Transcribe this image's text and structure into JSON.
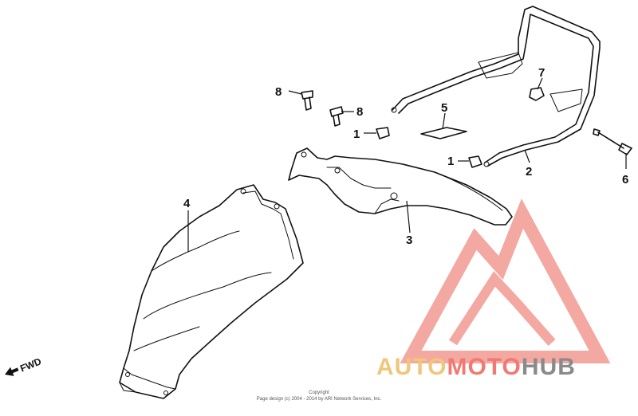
{
  "callouts": {
    "c1a": "1",
    "c1b": "1",
    "c2": "2",
    "c3": "3",
    "c4": "4",
    "c5": "5",
    "c6": "6",
    "c7": "7",
    "c8a": "8",
    "c8b": "8"
  },
  "fwd_label": "FWD",
  "copyright": {
    "line1": "Copyright",
    "line2": "Page design (c) 2004 - 2014 by ARI Network Services, Inc."
  },
  "watermark": {
    "part1": "AUTO",
    "part2": "MOTO",
    "part3": "HUB",
    "colors": {
      "auto": "#f0c77a",
      "moto": "#f07a72",
      "hub": "#8a8a8a",
      "logo": "#f39a92"
    }
  }
}
